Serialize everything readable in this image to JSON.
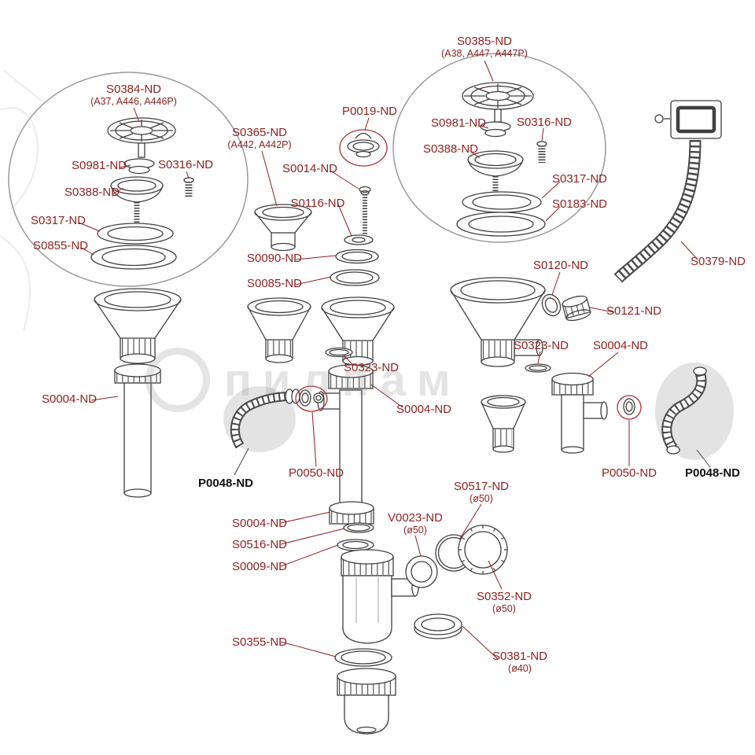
{
  "colors": {
    "label": "#8e1f1f",
    "label_bold": "#111111",
    "part_line": "#3f3f3f",
    "group_ellipse": "#9a9a9a",
    "accent_circle": "#a83232",
    "gray_highlight": "#e3e3e3",
    "corrugated": "#4a4a4a"
  },
  "watermark": {
    "text": "пилпам"
  },
  "labels": [
    {
      "text": "S0384-ND",
      "sub": "(A37, A446, A446P)"
    },
    {
      "text": "S0981-ND"
    },
    {
      "text": "S0316-ND"
    },
    {
      "text": "S0388-ND"
    },
    {
      "text": "S0317-ND"
    },
    {
      "text": "S0855-ND"
    },
    {
      "text": "S0004-ND"
    },
    {
      "text": "S0365-ND",
      "sub": "(A442, A442P)"
    },
    {
      "text": "P0019-ND"
    },
    {
      "text": "S0014-ND"
    },
    {
      "text": "S0116-ND"
    },
    {
      "text": "S0090-ND"
    },
    {
      "text": "S0085-ND"
    },
    {
      "text": "S0323-ND"
    },
    {
      "text": "S0004-ND"
    },
    {
      "text": "P0048-ND"
    },
    {
      "text": "P0050-ND"
    },
    {
      "text": "S0004-ND"
    },
    {
      "text": "S0516-ND"
    },
    {
      "text": "S0009-ND"
    },
    {
      "text": "S0355-ND"
    },
    {
      "text": "S0517-ND",
      "sub": "(ø50)"
    },
    {
      "text": "V0023-ND",
      "sub": "(ø50)"
    },
    {
      "text": "S0352-ND",
      "sub": "(ø50)"
    },
    {
      "text": "S0381-ND",
      "sub": "(ø40)"
    },
    {
      "text": "S0385-ND",
      "sub": "(A38, A447, A447P)"
    },
    {
      "text": "S0981-ND"
    },
    {
      "text": "S0316-ND"
    },
    {
      "text": "S0388-ND"
    },
    {
      "text": "S0317-ND"
    },
    {
      "text": "S0183-ND"
    },
    {
      "text": "S0379-ND"
    },
    {
      "text": "S0120-ND"
    },
    {
      "text": "S0121-ND"
    },
    {
      "text": "S0323-ND"
    },
    {
      "text": "S0004-ND"
    },
    {
      "text": "P0050-ND"
    },
    {
      "text": "P0048-ND"
    }
  ]
}
